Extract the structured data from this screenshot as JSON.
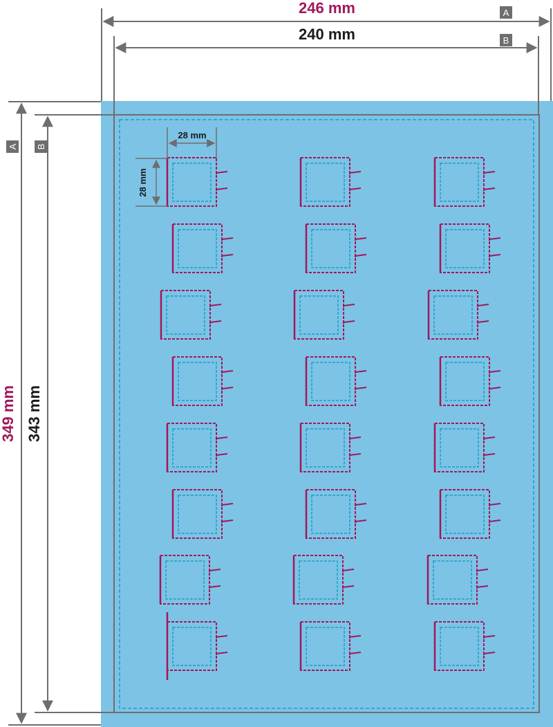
{
  "colors": {
    "background_fill": "#7dc3e6",
    "outer_dimension_text": "#a0185a",
    "inner_dimension_text": "#1a1a1a",
    "dimension_lines": "#6e6e6e",
    "cut_lines": "#a0185a",
    "safe_area_lines": "#1aa0c6",
    "tag_box": "#6e6e6e"
  },
  "dimensions": {
    "outer_width": {
      "label": "246 mm",
      "tag": "A"
    },
    "inner_width": {
      "label": "240 mm",
      "tag": "B"
    },
    "outer_height": {
      "label": "349 mm",
      "tag": "A"
    },
    "inner_height": {
      "label": "343 mm",
      "tag": "B"
    },
    "box_width": {
      "label": "28 mm"
    },
    "box_height": {
      "label": "28 mm"
    }
  },
  "layout": {
    "rows": 8,
    "columns": 3,
    "item_count": 24
  }
}
